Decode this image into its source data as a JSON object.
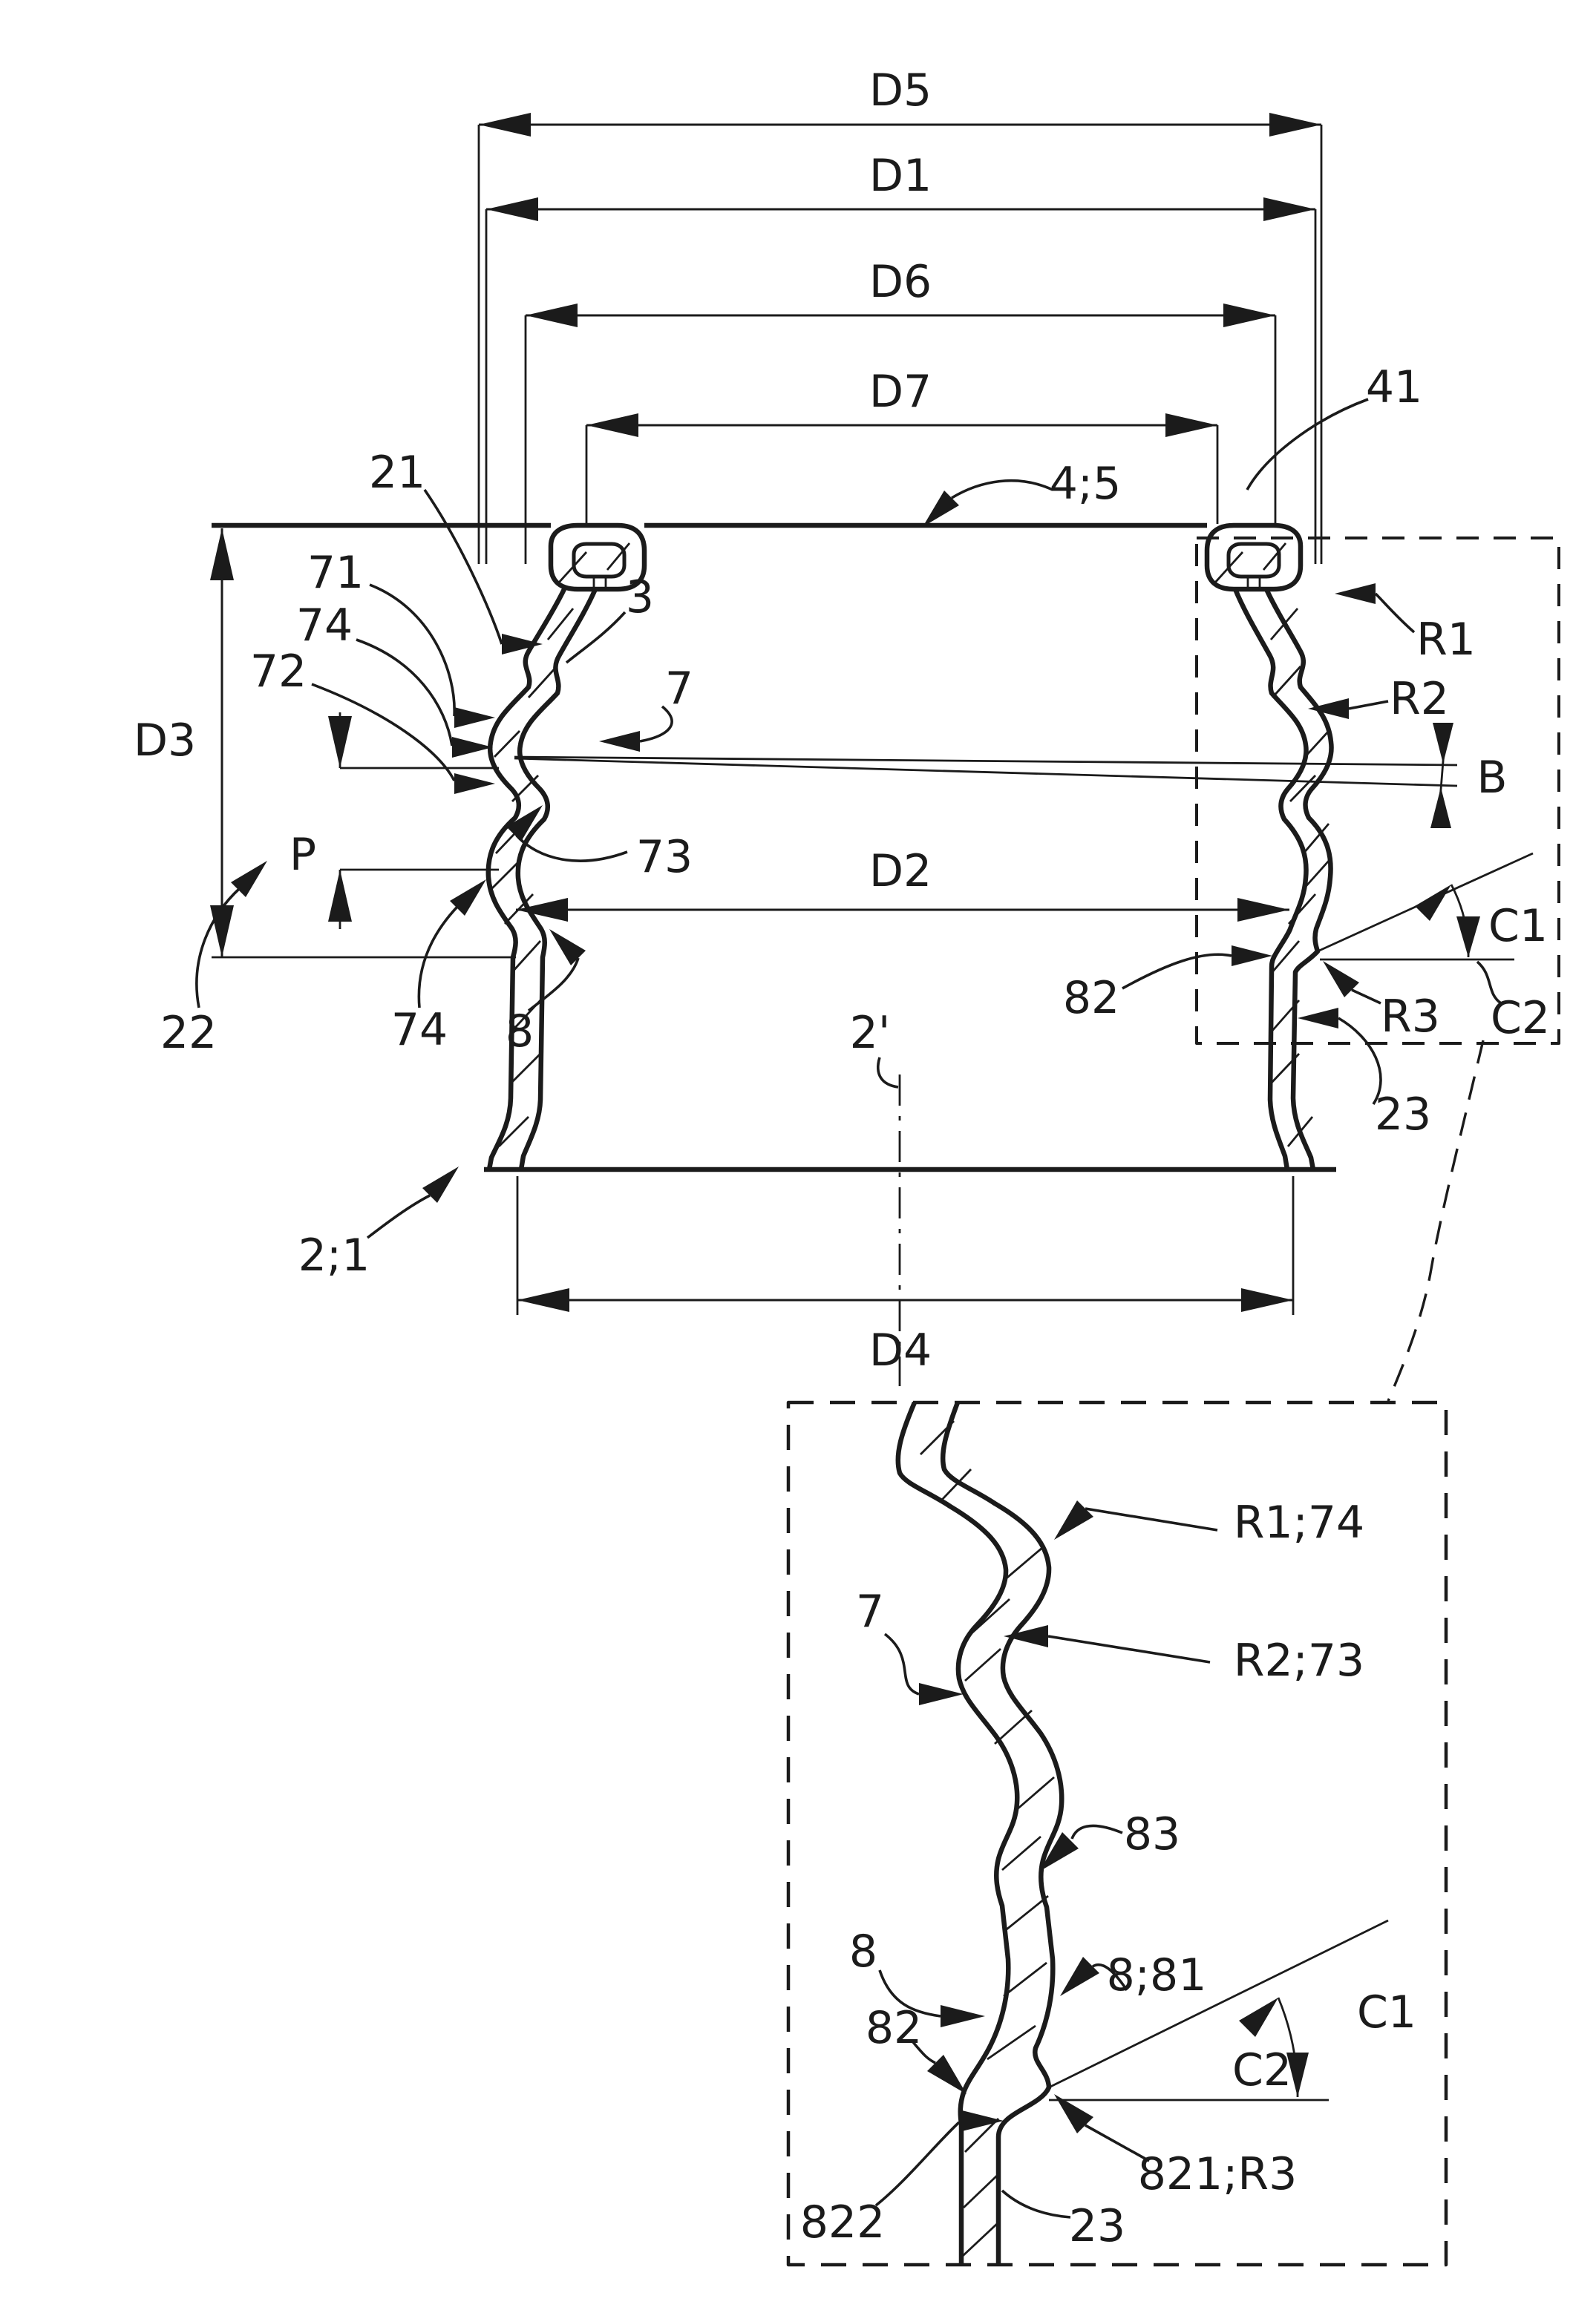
{
  "figure_kind": "patent cross-section drawing of corrugated container neck with enlarged detail view",
  "colors": {
    "ink": "#1b1b1b",
    "background": "#ffffff"
  },
  "labels": {
    "d5": "D5",
    "d1": "D1",
    "d6": "D6",
    "d7": "D7",
    "d2": "D2",
    "d3": "D3",
    "d4": "D4",
    "p": "P",
    "b": "B",
    "c1": "C1",
    "c2": "C2",
    "r1": "R1",
    "r2": "R2",
    "r3": "R3",
    "n21": "21",
    "n41": "41",
    "n45": "4;5",
    "n3": "3",
    "n7": "7",
    "n71": "71",
    "n74a": "74",
    "n72": "72",
    "n73": "73",
    "n74b": "74",
    "n22": "22",
    "n8": "8",
    "n82": "82",
    "n23": "23",
    "n2prime": "2'",
    "n2_1": "2;1"
  },
  "detail_labels": {
    "r1_74": "R1;74",
    "r2_73": "R2;73",
    "n7": "7",
    "n83": "83",
    "n8": "8",
    "n8_81": "8;81",
    "n82": "82",
    "n822": "822",
    "n821_r3": "821;R3",
    "n23": "23",
    "c1": "C1",
    "c2": "C2"
  }
}
